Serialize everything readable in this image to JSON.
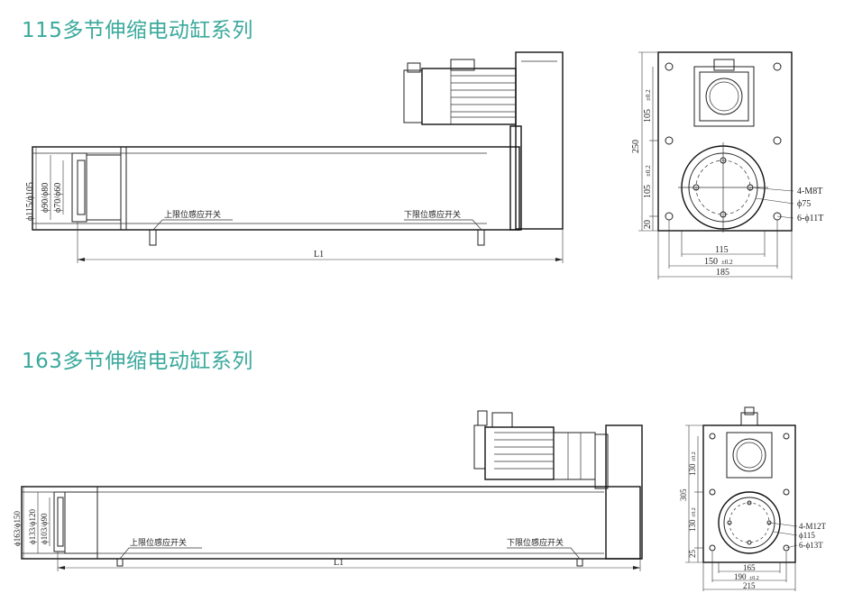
{
  "colors": {
    "title": "#3aa99c",
    "line": "#222222"
  },
  "series_115": {
    "title": "115多节伸缩电动缸系列",
    "side": {
      "diameters": "ϕ115/ϕ105",
      "inner": "ϕ90/ϕ80",
      "inner2": "ϕ70/ϕ60",
      "upper_switch": "上限位感应开关",
      "lower_switch": "下限位感应开关",
      "length": "L1"
    },
    "front": {
      "height": "250",
      "upper_pitch": "105",
      "lower_pitch": "105",
      "tol": "±0.2",
      "bottom": "20",
      "thread": "4-M8T",
      "pcd": "ϕ75",
      "holes": "6-ϕ11T",
      "w1": "115",
      "w2": "150",
      "w3": "185"
    }
  },
  "series_163": {
    "title": "163多节伸缩电动缸系列",
    "side": {
      "diameters": "ϕ163/ϕ150",
      "inner": "ϕ133/ϕ120",
      "inner2": "ϕ103/ϕ90",
      "upper_switch": "上限位感应开关",
      "lower_switch": "下限位感应开关",
      "length": "L1"
    },
    "front": {
      "height": "305",
      "upper_pitch": "130",
      "lower_pitch": "130",
      "tol": "±0.2",
      "bottom": "25",
      "thread": "4-M12T",
      "pcd": "ϕ115",
      "holes": "6-ϕ13T",
      "w1": "165",
      "w2": "190",
      "w3": "215"
    }
  }
}
